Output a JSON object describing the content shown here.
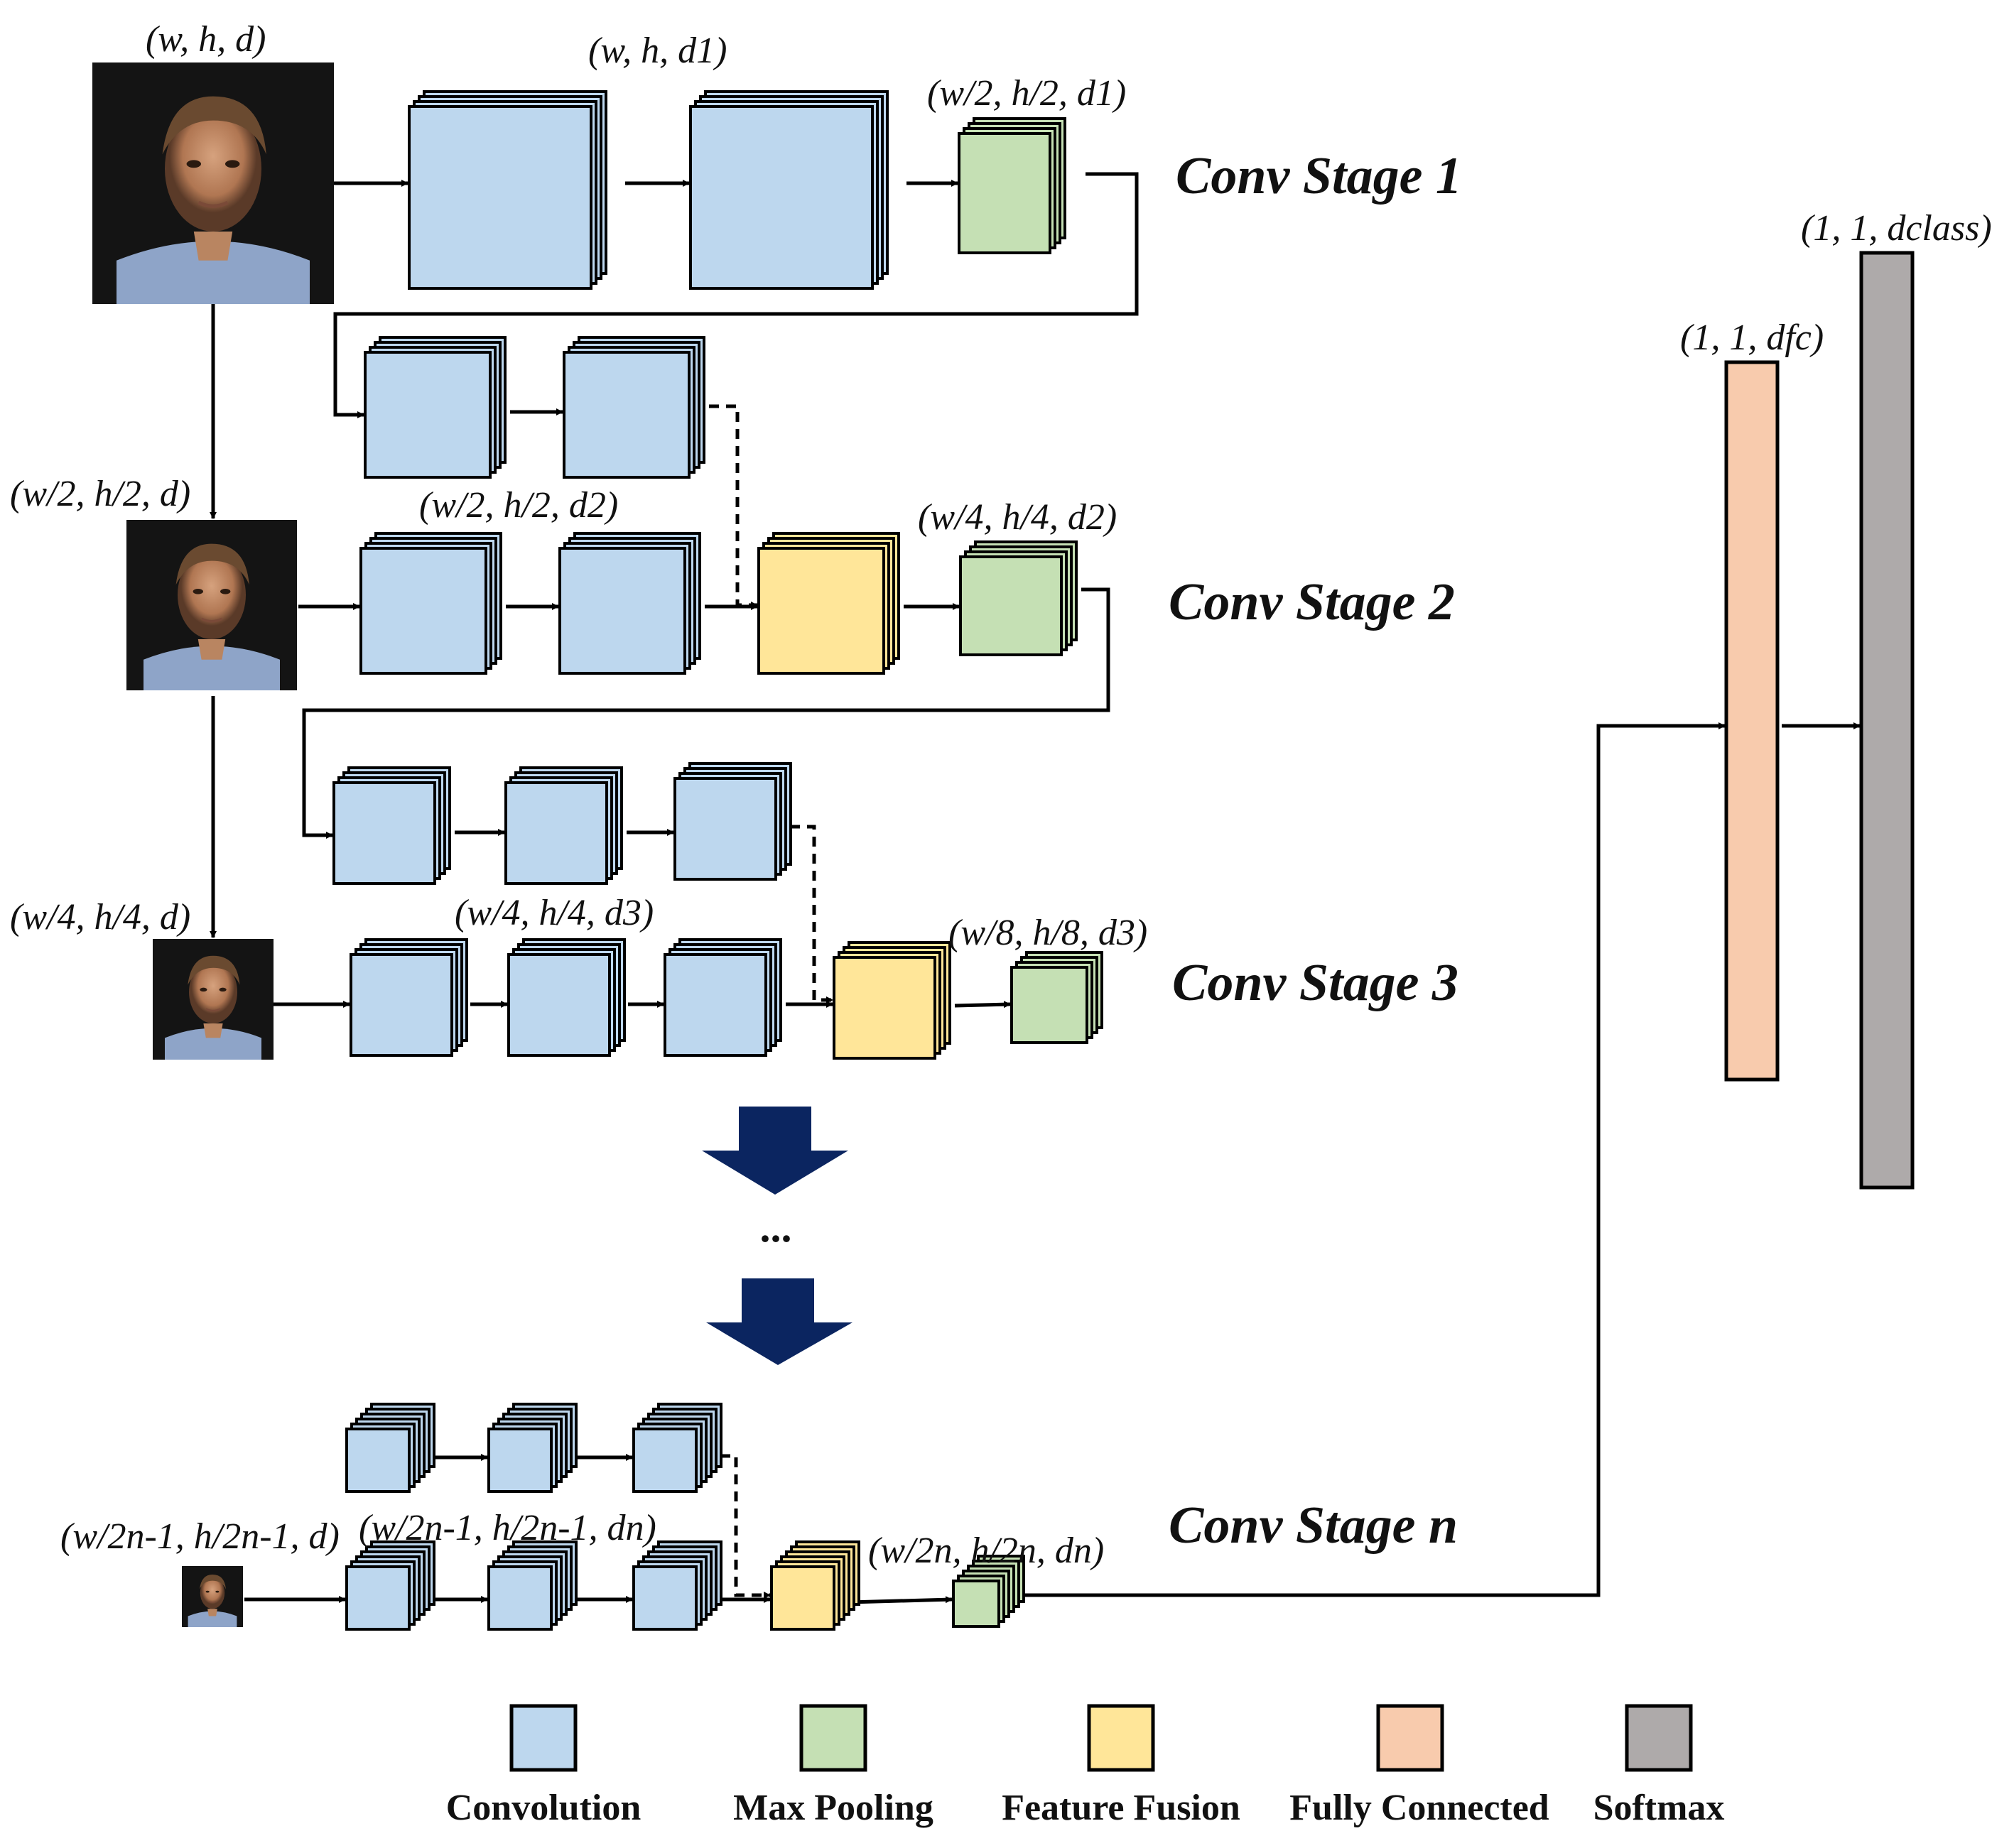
{
  "diagram": {
    "stages": {
      "s1": "Conv Stage 1",
      "s2": "Conv Stage 2",
      "s3": "Conv Stage 3",
      "sn": "Conv Stage n"
    },
    "dims": {
      "input1": "(w, h, d)",
      "s1_conv": "(w, h, d1)",
      "s1_pool": "(w/2, h/2, d1)",
      "input2": "(w/2, h/2, d)",
      "s2_conv": "(w/2, h/2, d2)",
      "s2_pool": "(w/4, h/4, d2)",
      "input3": "(w/4, h/4, d)",
      "s3_conv": "(w/4, h/4, d3)",
      "s3_pool": "(w/8, h/8, d3)",
      "inputn": "(w/2n-1, h/2n-1, d)",
      "sn_conv": "(w/2n-1, h/2n-1, dn)",
      "sn_pool": "(w/2n, h/2n, dn)",
      "fc": "(1, 1, dfc)",
      "softmax": "(1, 1, dclass)"
    },
    "ellipsis": "..."
  },
  "legend": {
    "items": [
      {
        "label": "Convolution",
        "color": "#bdd7ee"
      },
      {
        "label": "Max Pooling",
        "color": "#c5e0b4"
      },
      {
        "label": "Feature Fusion",
        "color": "#ffe699"
      },
      {
        "label": "Fully Connected",
        "color": "#f8cbad"
      },
      {
        "label": "Softmax",
        "color": "#aeaaaa"
      }
    ]
  },
  "colors": {
    "conv": "#bdd7ee",
    "pool": "#c5e0b4",
    "fusion": "#ffe699",
    "fc": "#f8cbad",
    "softmax": "#aeaaaa",
    "arrow_big": "#0b2560",
    "line": "#000000"
  }
}
